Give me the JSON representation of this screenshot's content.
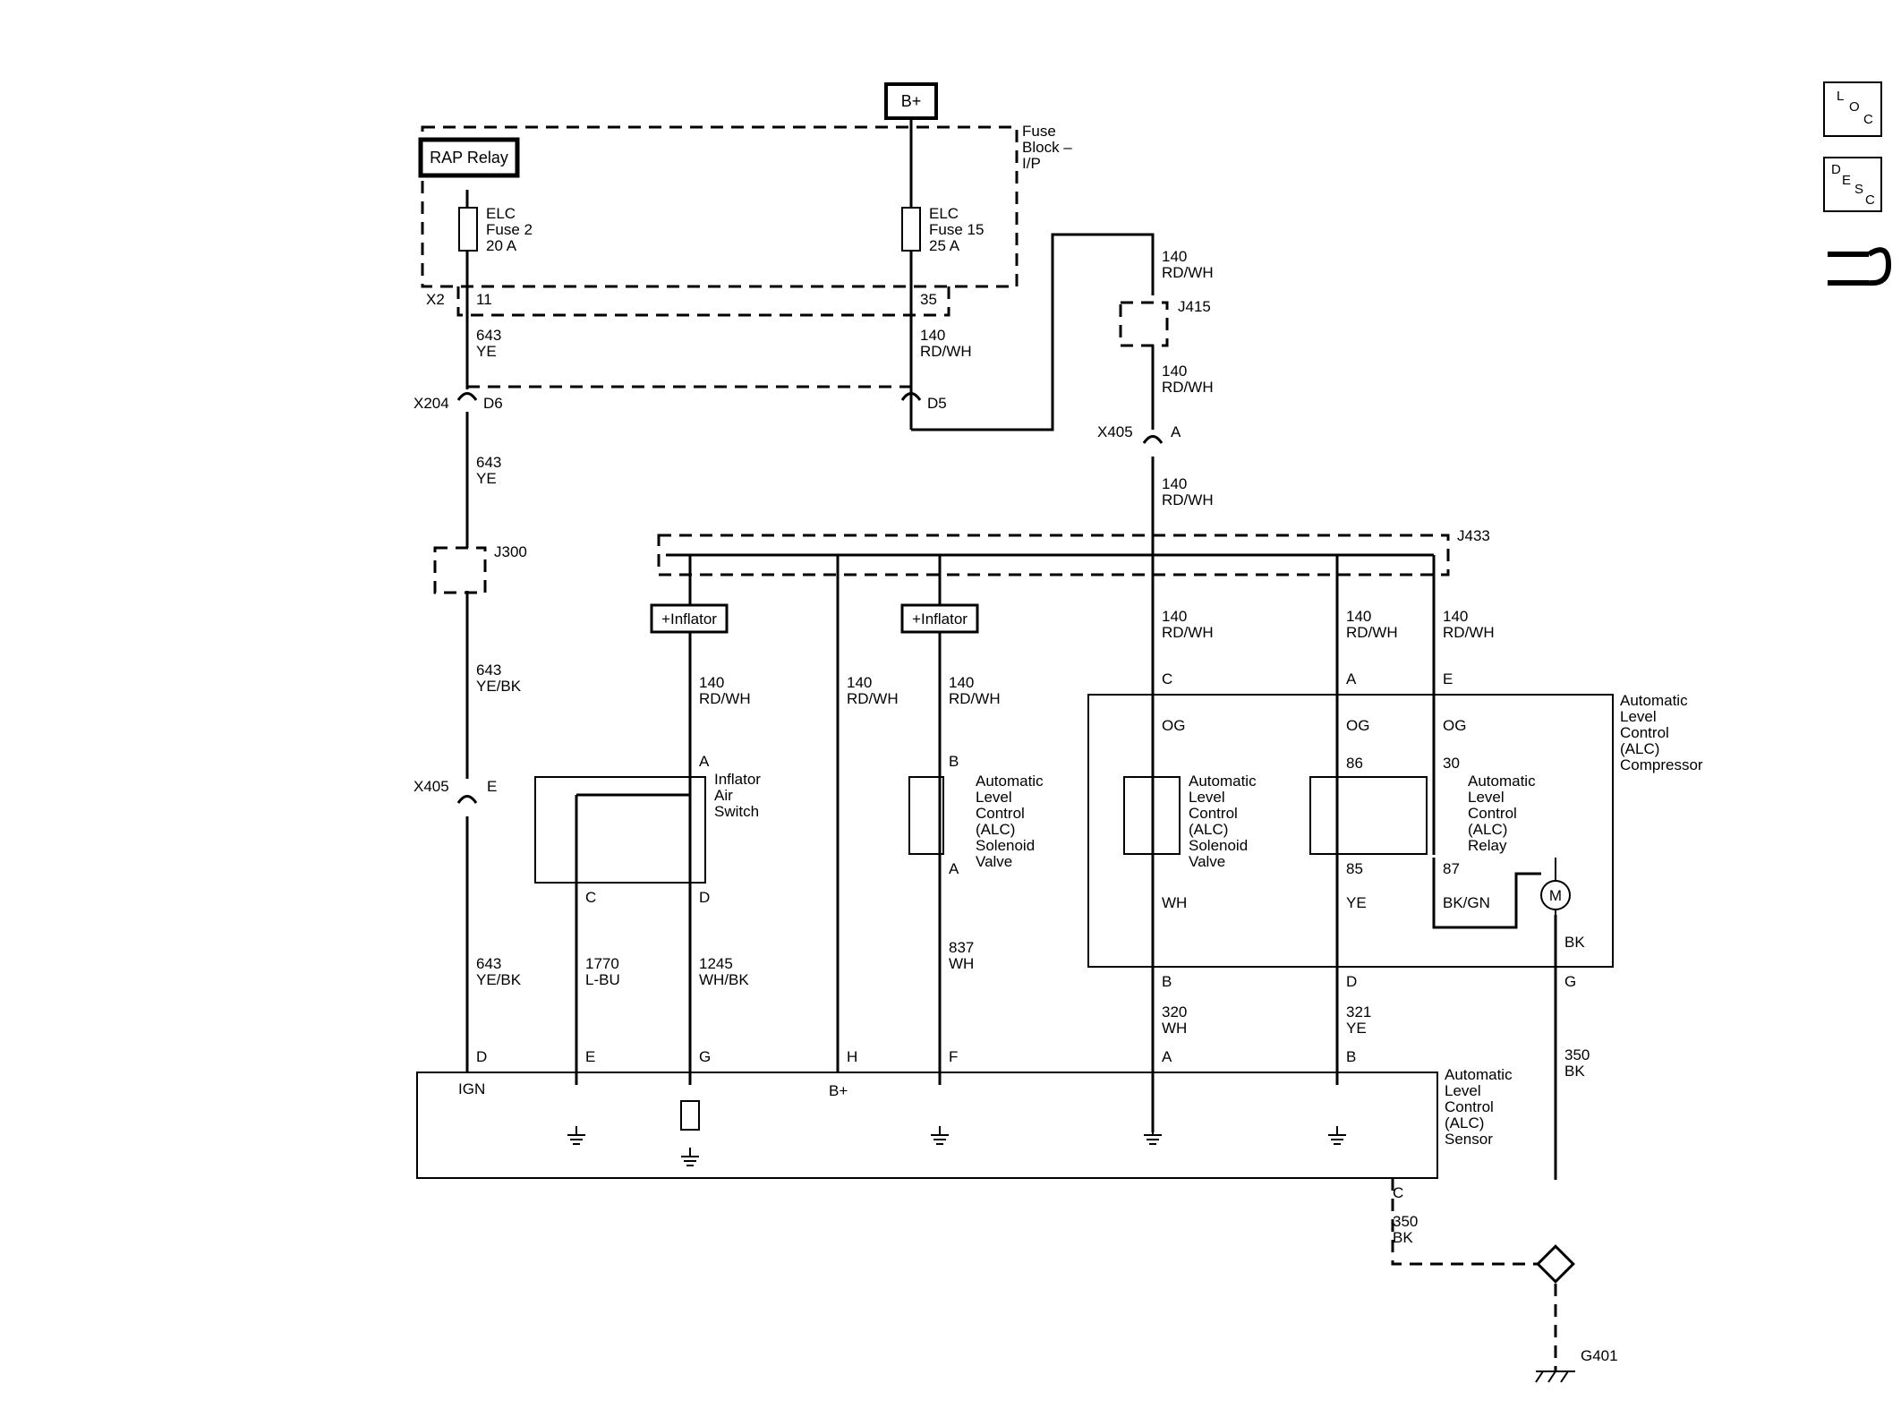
{
  "source": {
    "b_plus": "B+",
    "rap_relay": "RAP Relay",
    "fuse_block": [
      "Fuse",
      "Block –",
      "I/P"
    ],
    "fuse2": [
      "ELC",
      "Fuse 2",
      "20 A"
    ],
    "fuse15": [
      "ELC",
      "Fuse 15",
      "25 A"
    ]
  },
  "connectors": {
    "x2": "X2",
    "x2_pin11": "11",
    "x2_pin35": "35",
    "x204": "X204",
    "x204_d6": "D6",
    "x204_d5": "D5",
    "x405_a": "X405",
    "x405_a_pin": "A",
    "x405_e": "X405",
    "x405_e_pin": "E",
    "j415": "J415",
    "j300": "J300",
    "j433": "J433"
  },
  "wires": {
    "w643ye_top": [
      "643",
      "YE"
    ],
    "w643ye_mid": [
      "643",
      "YE"
    ],
    "w643yebk_mid": [
      "643",
      "YE/BK"
    ],
    "w643yebk_low": [
      "643",
      "YE/BK"
    ],
    "w140_fuse15": [
      "140",
      "RD/WH"
    ],
    "w140_j415_top": [
      "140",
      "RD/WH"
    ],
    "w140_j415_bot": [
      "140",
      "RD/WH"
    ],
    "w140_x405": [
      "140",
      "RD/WH"
    ],
    "w140_inflator": [
      "140",
      "RD/WH"
    ],
    "w140_h": [
      "140",
      "RD/WH"
    ],
    "w140_valve": [
      "140",
      "RD/WH"
    ],
    "w140_c": [
      "140",
      "RD/WH"
    ],
    "w140_a": [
      "140",
      "RD/WH"
    ],
    "w140_e": [
      "140",
      "RD/WH"
    ],
    "w1770": [
      "1770",
      "L-BU"
    ],
    "w1245": [
      "1245",
      "WH/BK"
    ],
    "w837": [
      "837",
      "WH"
    ],
    "w320": [
      "320",
      "WH"
    ],
    "w321": [
      "321",
      "YE"
    ],
    "w350_g": [
      "350",
      "BK"
    ],
    "w350_c": [
      "350",
      "BK"
    ]
  },
  "inflator_tags": [
    "+Inflator",
    "+Inflator"
  ],
  "inflator_switch": {
    "label": [
      "Inflator",
      "Air",
      "Switch"
    ],
    "pin_a": "A",
    "pin_c": "C",
    "pin_d": "D"
  },
  "solenoid_valve": {
    "label": [
      "Automatic",
      "Level",
      "Control",
      "(ALC)",
      "Solenoid",
      "Valve"
    ],
    "pin_b": "B",
    "pin_a": "A"
  },
  "compressor": {
    "label": [
      "Automatic",
      "Level",
      "Control",
      "(ALC)",
      "Compressor"
    ],
    "pin_c": "C",
    "pin_a": "A",
    "pin_e": "E",
    "pin_b": "B",
    "pin_d": "D",
    "pin_g": "G",
    "og1": "OG",
    "og2": "OG",
    "og3": "OG",
    "wh": "WH",
    "ye": "YE",
    "bkgn": "BK/GN",
    "bk": "BK",
    "valve_label": [
      "Automatic",
      "Level",
      "Control",
      "(ALC)",
      "Solenoid",
      "Valve"
    ],
    "relay_label": [
      "Automatic",
      "Level",
      "Control",
      "(ALC)",
      "Relay"
    ],
    "relay_pins": [
      "86",
      "30",
      "85",
      "87"
    ],
    "motor": "M"
  },
  "sensor": {
    "label": [
      "Automatic",
      "Level",
      "Control",
      "(ALC)",
      "Sensor"
    ],
    "ign": "IGN",
    "bplus": "B+",
    "pins": [
      "D",
      "E",
      "G",
      "H",
      "F",
      "A",
      "B"
    ],
    "pin_c": "C"
  },
  "ground": "G401",
  "side_icons": {
    "loc": [
      "L",
      "O",
      "C"
    ],
    "desc": [
      "D",
      "E",
      "S",
      "C"
    ]
  },
  "colors": {
    "line": "#000000",
    "background": "#ffffff"
  }
}
